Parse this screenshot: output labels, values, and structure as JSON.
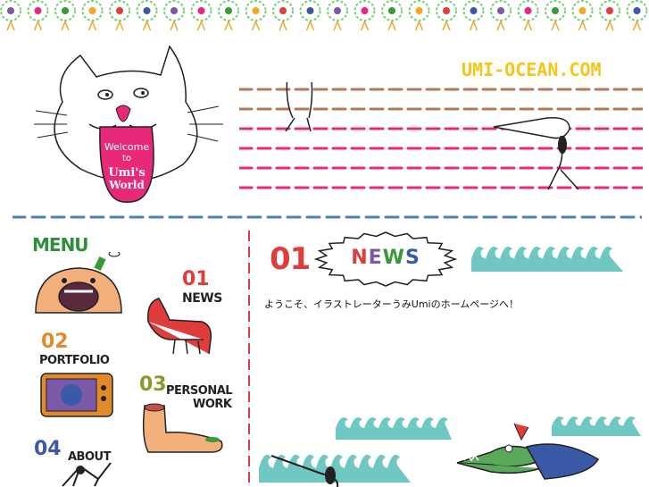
{
  "site": {
    "logo": "UMI-OCEAN.COM",
    "welcome_line1": "Welcome",
    "welcome_line2": "to",
    "welcome_line3": "Umi's",
    "welcome_line4": "World"
  },
  "menu": {
    "heading": "MENU",
    "items": [
      {
        "num": "01",
        "label": "NEWS"
      },
      {
        "num": "02",
        "label": "PORTFOLIO"
      },
      {
        "num": "03",
        "label_line1": "PERSONAL",
        "label_line2": "WORK"
      },
      {
        "num": "04",
        "label": "ABOUT"
      }
    ]
  },
  "news": {
    "num": "01",
    "title_n": "N",
    "title_e": "E",
    "title_w": "W",
    "title_s": "S",
    "text": "ようこそ、イラストレーターうみUmiのホームページへ！"
  },
  "colors": {
    "logo": "#f5c518",
    "news_red": "#e03c3c",
    "divider_blue": "#4a7fc4",
    "wave_teal": "#6fc7c2",
    "tongue_pink": "#e8297a"
  }
}
